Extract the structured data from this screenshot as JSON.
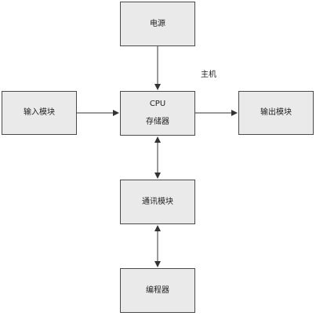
{
  "diagram": {
    "nodes": {
      "power": "电源",
      "input": "输入模块",
      "cpu": "CPU",
      "memory": "存储器",
      "output": "输出模块",
      "comm": "通讯模块",
      "programmer": "编程器"
    },
    "group_label": "主机",
    "edges": [
      {
        "from": "power",
        "to": "cpu",
        "direction": "one-way"
      },
      {
        "from": "input",
        "to": "cpu",
        "direction": "one-way"
      },
      {
        "from": "cpu",
        "to": "output",
        "direction": "one-way"
      },
      {
        "from": "cpu",
        "to": "comm",
        "direction": "two-way"
      },
      {
        "from": "comm",
        "to": "programmer",
        "direction": "two-way"
      }
    ],
    "colors": {
      "box_fill": "#eaeaea",
      "border": "#4a4a4a",
      "arrow": "#333333"
    }
  }
}
